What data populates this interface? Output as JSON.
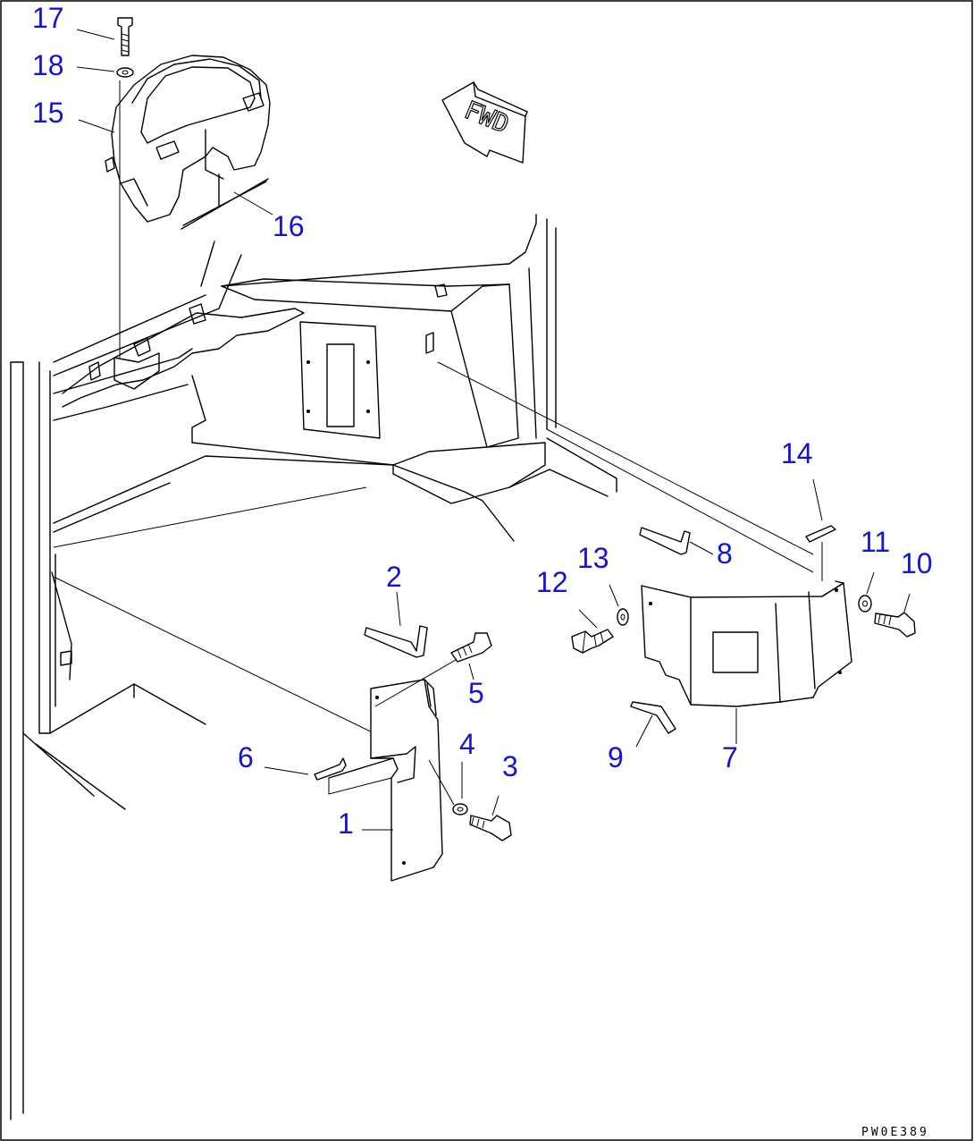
{
  "diagram": {
    "fwd_label": "FWD",
    "drawing_code": "PW0E389",
    "callouts": [
      {
        "id": "1",
        "text": "1"
      },
      {
        "id": "2",
        "text": "2"
      },
      {
        "id": "3",
        "text": "3"
      },
      {
        "id": "4",
        "text": "4"
      },
      {
        "id": "5",
        "text": "5"
      },
      {
        "id": "6",
        "text": "6"
      },
      {
        "id": "7",
        "text": "7"
      },
      {
        "id": "8",
        "text": "8"
      },
      {
        "id": "9",
        "text": "9"
      },
      {
        "id": "10",
        "text": "10"
      },
      {
        "id": "11",
        "text": "11"
      },
      {
        "id": "12",
        "text": "12"
      },
      {
        "id": "13",
        "text": "13"
      },
      {
        "id": "14",
        "text": "14"
      },
      {
        "id": "15",
        "text": "15"
      },
      {
        "id": "16",
        "text": "16"
      },
      {
        "id": "17",
        "text": "17"
      },
      {
        "id": "18",
        "text": "18"
      }
    ],
    "colors": {
      "callout": "#1414d2",
      "line": "#000000",
      "background": "#ffffff"
    }
  }
}
